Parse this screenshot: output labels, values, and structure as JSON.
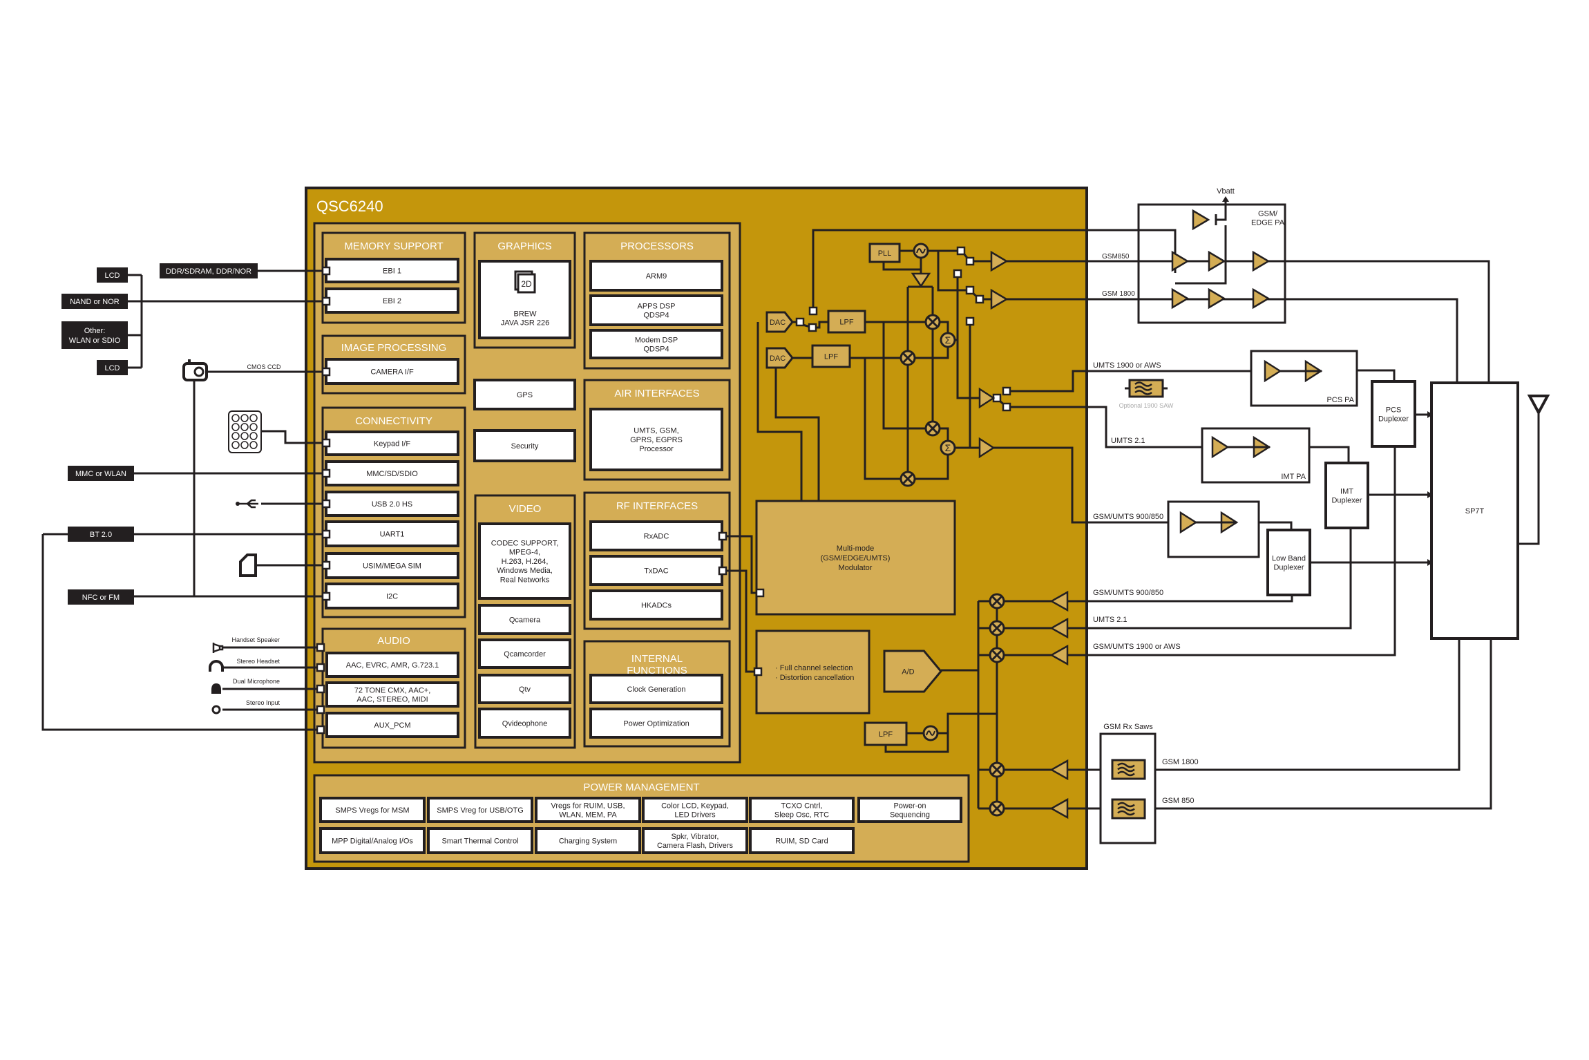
{
  "chip": {
    "title": "QSC6240"
  },
  "memory": {
    "title": "MEMORY SUPPORT",
    "items": [
      "EBI 1",
      "EBI 2"
    ]
  },
  "image": {
    "title": "IMAGE PROCESSING",
    "items": [
      "CAMERA I/F"
    ]
  },
  "connectivity": {
    "title": "CONNECTIVITY",
    "items": [
      "Keypad I/F",
      "MMC/SD/SDIO",
      "USB 2.0 HS",
      "UART1",
      "USIM/MEGA SIM",
      "I2C"
    ]
  },
  "audio": {
    "title": "AUDIO",
    "items": [
      [
        "AAC,  EVRC, AMR, G.723.1"
      ],
      [
        "72 TONE CMX, AAC+,",
        "AAC,  STEREO, MIDI"
      ],
      [
        "AUX_PCM"
      ]
    ]
  },
  "graphics": {
    "title": "GRAPHICS",
    "icon_text": "2D",
    "lines": [
      "BREW",
      "JAVA JSR 226"
    ]
  },
  "gps": "GPS",
  "security": "Security",
  "video": {
    "title": "VIDEO",
    "codec": [
      "CODEC SUPPORT,",
      "MPEG-4,",
      "H.263, H.264,",
      "Windows Media,",
      "Real Networks"
    ],
    "items": [
      "Qcamera",
      "Qcamcorder",
      "Qtv",
      "Qvideophone"
    ]
  },
  "processors": {
    "title": "PROCESSORS",
    "items": [
      [
        "ARM9"
      ],
      [
        "APPS DSP",
        "QDSP4"
      ],
      [
        "Modem DSP",
        "QDSP4"
      ]
    ]
  },
  "air": {
    "title": "AIR INTERFACES",
    "lines": [
      "UMTS, GSM,",
      "GPRS, EGPRS",
      "Processor"
    ]
  },
  "rf_if": {
    "title": "RF INTERFACES",
    "items": [
      "RxADC",
      "TxDAC",
      "HKADCs"
    ]
  },
  "internal": {
    "title": [
      "INTERNAL",
      "FUNCTIONS"
    ],
    "items": [
      "Clock Generation",
      "Power Optimization"
    ]
  },
  "power": {
    "title": "POWER MANAGEMENT",
    "items": [
      [
        "SMPS Vregs for MSM"
      ],
      [
        "SMPS Vreg for USB/OTG"
      ],
      [
        "Vregs for RUIM, USB,",
        "WLAN, MEM, PA"
      ],
      [
        "Color LCD, Keypad,",
        "LED Drivers"
      ],
      [
        "TCXO Cntrl,",
        "Sleep Osc, RTC"
      ],
      [
        "Power-on",
        "Sequencing"
      ],
      [
        "MPP Digital/Analog I/Os"
      ],
      [
        "Smart Thermal Control"
      ],
      [
        "Charging System"
      ],
      [
        "Spkr, Vibrator,",
        "Camera Flash, Drivers"
      ],
      [
        "RUIM, SD Card"
      ]
    ]
  },
  "rf": {
    "modulator": [
      "Multi-mode",
      "(GSM/EDGE/UMTS)",
      "Modulator"
    ],
    "rx_proc": [
      "· Full channel selection",
      "· Distortion cancellation"
    ],
    "ad": "A/D",
    "dac": "DAC",
    "lpf": "LPF",
    "pll": "PLL",
    "sum_symbol": "Σ"
  },
  "external_left": {
    "lcd": "LCD",
    "nand": "NAND or NOR",
    "other": [
      "Other:",
      "WLAN or SDIO"
    ],
    "ddr": "DDR/SDRAM, DDR/NOR",
    "cmos": "CMOS CCD",
    "mmc": "MMC or WLAN",
    "bt": "BT 2.0",
    "nfc": "NFC or FM",
    "audio_io": [
      "Handset Speaker",
      "Stereo Headset",
      "Dual Microphone",
      "Stereo Input"
    ]
  },
  "external_right": {
    "vbatt": "Vbatt",
    "gsm_pa": [
      "GSM/",
      "EDGE PA"
    ],
    "gsm850": "GSM850",
    "gsm1800": "GSM 1800",
    "umts1900": "UMTS 1900 or AWS",
    "saw_opt": "Optional 1900 SAW",
    "umts21": "UMTS 2.1",
    "gsm_umts_900": "GSM/UMTS 900/850",
    "pcs_pa": "PCS PA",
    "imt_pa": "IMT PA",
    "pcs_dup": [
      "PCS",
      "Duplexer"
    ],
    "imt_dup": [
      "IMT",
      "Duplexer"
    ],
    "lb_dup": [
      "Low Band",
      "Duplexer"
    ],
    "sp7t": "SP7T",
    "rx_labels": [
      "GSM/UMTS 900/850",
      "UMTS 2.1",
      "GSM/UMTS 1900 or AWS"
    ],
    "rx_saws": "GSM Rx Saws",
    "rx_gsm1800": "GSM 1800",
    "rx_gsm850": "GSM 850"
  },
  "colors": {
    "chip": "#c4960c",
    "group": "#d4ad55",
    "ink": "#231f20",
    "box": "#ffffff"
  }
}
